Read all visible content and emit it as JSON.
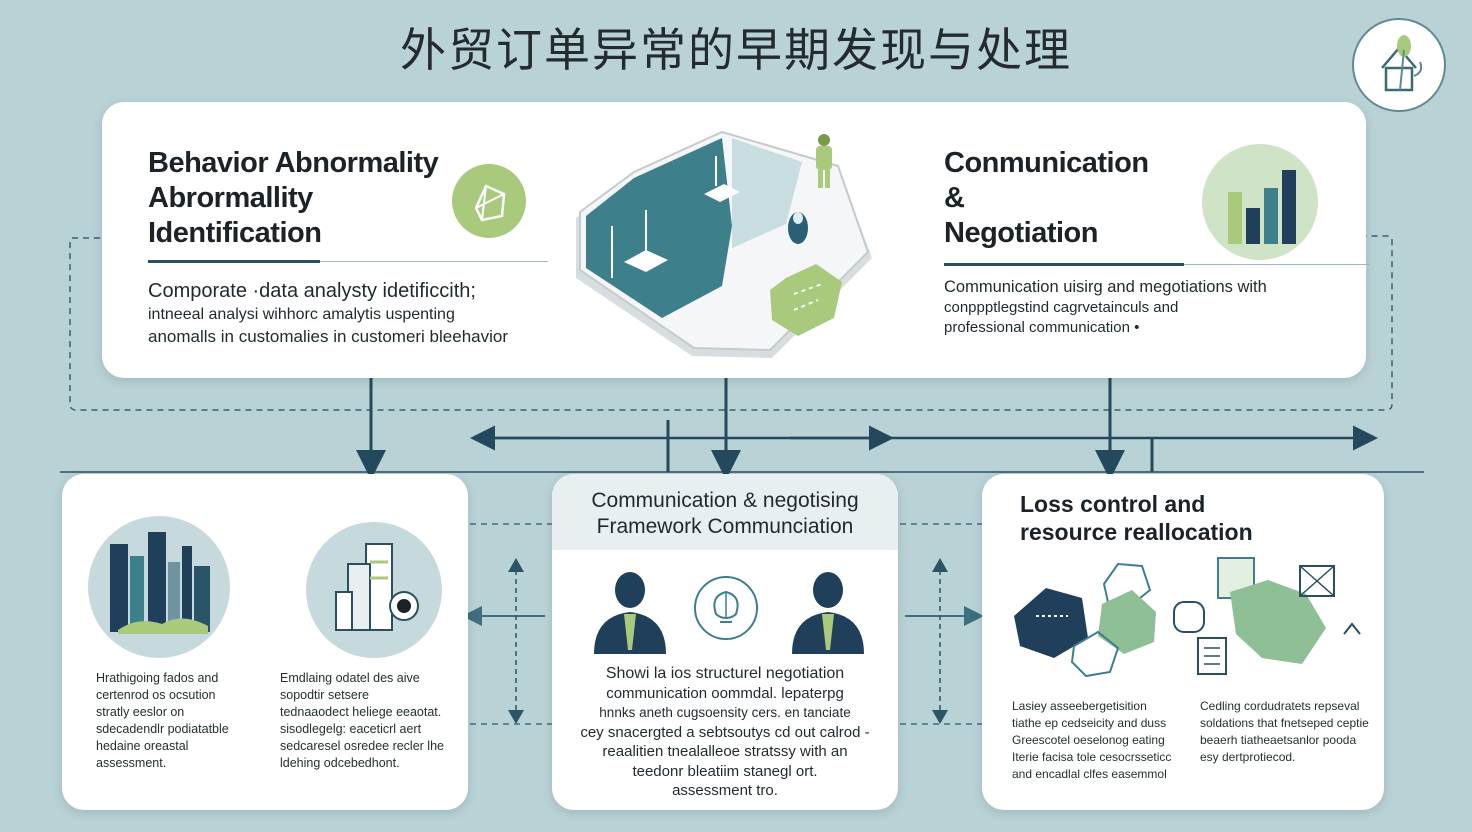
{
  "title": "外贸订单异常的早期发现与处理",
  "top_left": {
    "heading": [
      "Behavior Abnormality",
      "Abrormallity",
      "Identification"
    ],
    "body": [
      "Comporate ·data analysty idetificcith;",
      "intneeal analysi wihhorc amalytis uspenting",
      "anomalls in customalies in customeri bleehavior"
    ]
  },
  "top_right": {
    "heading": [
      "Conmunication",
      "&",
      "Negotiation"
    ],
    "body": [
      "Communication uisirg and megotiations with",
      "conppptlegstind cagrvetainculs and",
      "professional communication •"
    ]
  },
  "bottom_left": {
    "col1": [
      "Hrathigoing fados and",
      "certenrod os ocsution",
      "stratly eeslor on",
      "sdecadendlr podiatatble",
      "hedaine oreastal",
      "assessment."
    ],
    "col2": [
      "Emdlaing odatel des aive",
      "sopodtir setsere",
      "tednaaodect heliege eeaotat.",
      "sisodlegelg: eaceticrl aert",
      "sedcaresel osredee recler lhe",
      "ldehing odcebedhont."
    ]
  },
  "bottom_center": {
    "heading": [
      "Communication & negotising",
      "Framework  Communciation"
    ],
    "body": [
      "Showi la ios structurel negotiation",
      "communication oommdal. lepaterpg",
      "hnnks aneth cugsoensity cers. en tanciate",
      "cey snacergted a sebtsoutys cd out calrod -",
      "reaalitien tnealalleoe stratssy with an",
      "teedonr bleatiim stanegl ort.",
      "assessment tro."
    ]
  },
  "bottom_right": {
    "heading": [
      "Loss control and",
      "resource reallocation"
    ],
    "col1": [
      "Lasiey asseebergetisition",
      "tiathe ep cedseicity and duss",
      "Greescotel oeselonog eating",
      "Iterie facisa tole cesocrsseticc",
      "and encadlal clfes easemmol"
    ],
    "col2": [
      "Cedling cordudratets repseval",
      "soldations that fnetseped ceptie",
      "beaerh tiatheaetsanlor pooda",
      "esy dertprotiecod."
    ]
  },
  "colors": {
    "background": "#b9d2d6",
    "teal": "#3e7f8c",
    "navy": "#1f3f5b",
    "green": "#a9c97c",
    "lightgreen": "#cfe3c6"
  }
}
